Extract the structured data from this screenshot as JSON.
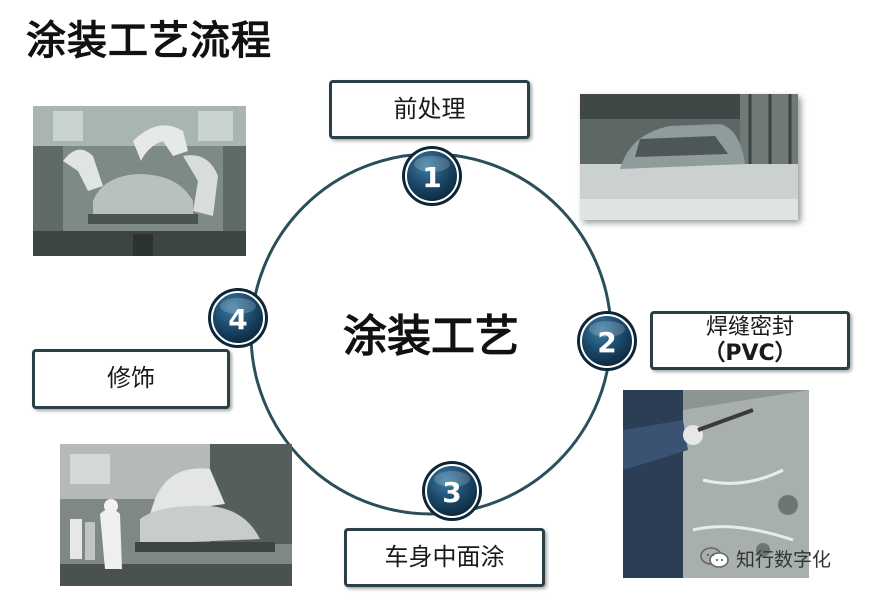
{
  "title": "涂装工艺流程",
  "center": "涂装工艺",
  "steps": [
    {
      "num": "1",
      "label": "前处理"
    },
    {
      "num": "2",
      "label_line1": "焊缝密封",
      "label_line2": "（PVC）"
    },
    {
      "num": "3",
      "label": "车身中面涂"
    },
    {
      "num": "4",
      "label": "修饰"
    }
  ],
  "watermark": {
    "text": "知行数字化",
    "icon": "wechat-icon"
  },
  "colors": {
    "circle": "#2a4f5a",
    "badge": "#1c3f5a",
    "box_border": "#2a3f47"
  }
}
